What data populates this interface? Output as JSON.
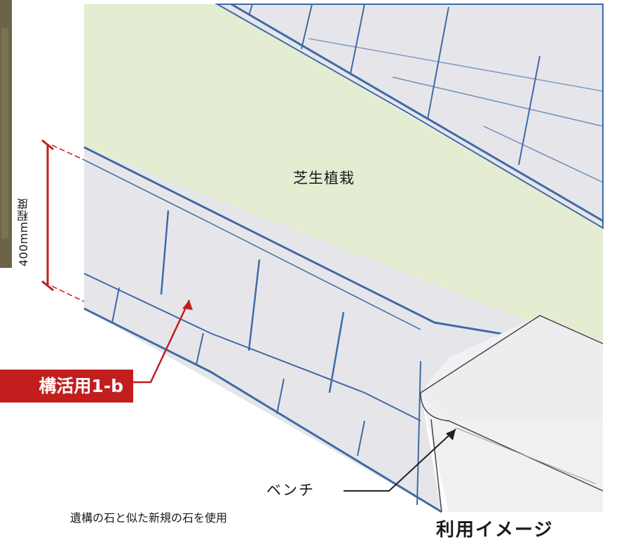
{
  "labels": {
    "lawn": "芝生植栽",
    "height": "400mm程度",
    "badge": "構活用1-b",
    "bench": "ベンチ",
    "bench_note": "遺構の石と似た新規の石を使用",
    "caption": "利用イメージ"
  },
  "colors": {
    "badge": "#c21e1e",
    "lawn": "#e4ecd2",
    "stone": "#e6e6ea",
    "stone_outline": "#3f6aa6",
    "dimension": "#c21e1e"
  }
}
